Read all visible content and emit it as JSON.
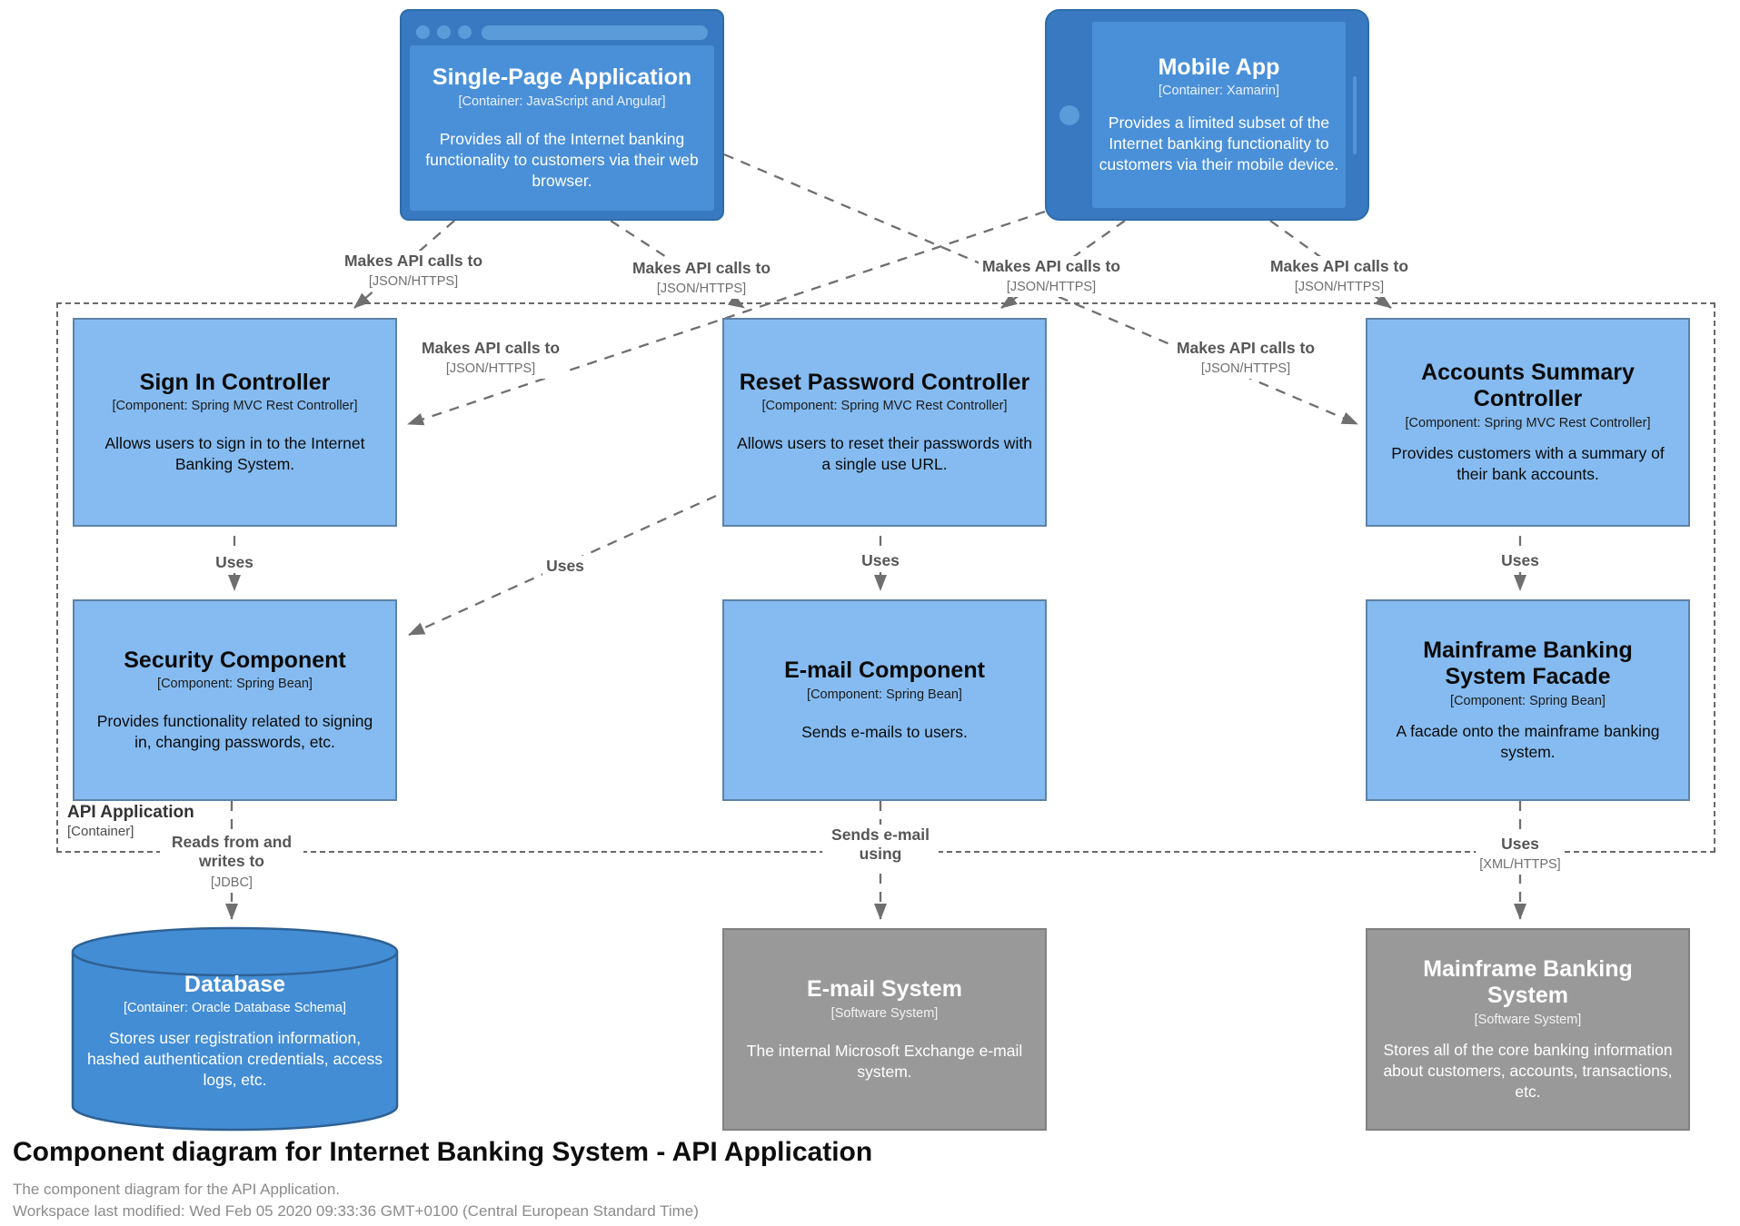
{
  "diagram": {
    "title": "Component diagram for Internet Banking System - API Application",
    "subtitle": "The component diagram for the API Application.",
    "last_modified": "Workspace last modified: Wed Feb 05 2020 09:33:36 GMT+0100 (Central European Standard Time)"
  },
  "boundary": {
    "name": "API Application",
    "type": "[Container]"
  },
  "nodes": {
    "spa": {
      "title": "Single-Page Application",
      "meta": "[Container: JavaScript and Angular]",
      "desc": "Provides all of the Internet banking functionality to customers via their web browser.",
      "shape": "browser-window"
    },
    "mobile": {
      "title": "Mobile App",
      "meta": "[Container: Xamarin]",
      "desc": "Provides a limited subset of the Internet banking functionality to customers via their mobile device.",
      "shape": "tablet"
    },
    "signin": {
      "title": "Sign In Controller",
      "meta": "[Component: Spring MVC Rest Controller]",
      "desc": "Allows users to sign in to the Internet Banking System."
    },
    "resetpwd": {
      "title": "Reset Password Controller",
      "meta": "[Component: Spring MVC Rest Controller]",
      "desc": "Allows users to reset their passwords with a single use URL."
    },
    "accounts": {
      "title": "Accounts Summary Controller",
      "meta": "[Component: Spring MVC Rest Controller]",
      "desc": "Provides customers with a summary of their bank accounts."
    },
    "security": {
      "title": "Security Component",
      "meta": "[Component: Spring Bean]",
      "desc": "Provides functionality related to signing in, changing passwords, etc."
    },
    "email": {
      "title": "E-mail Component",
      "meta": "[Component: Spring Bean]",
      "desc": "Sends e-mails to users."
    },
    "facade": {
      "title": "Mainframe Banking System Facade",
      "meta": "[Component: Spring Bean]",
      "desc": "A facade onto the mainframe banking system."
    },
    "database": {
      "title": "Database",
      "meta": "[Container: Oracle Database Schema]",
      "desc": "Stores user registration information, hashed authentication credentials, access logs, etc.",
      "shape": "cylinder"
    },
    "emailsys": {
      "title": "E-mail System",
      "meta": "[Software System]",
      "desc": "The internal Microsoft Exchange e-mail system."
    },
    "mainframe": {
      "title": "Mainframe Banking System",
      "meta": "[Software System]",
      "desc": "Stores all of the core banking information about customers, accounts, transactions, etc."
    }
  },
  "edges": [
    {
      "from": "spa",
      "to": "signin",
      "label": "Makes API calls to",
      "tech": "[JSON/HTTPS]"
    },
    {
      "from": "spa",
      "to": "resetpwd",
      "label": "Makes API calls to",
      "tech": "[JSON/HTTPS]"
    },
    {
      "from": "mobile",
      "to": "resetpwd",
      "label": "Makes API calls to",
      "tech": "[JSON/HTTPS]"
    },
    {
      "from": "mobile",
      "to": "accounts",
      "label": "Makes API calls to",
      "tech": "[JSON/HTTPS]"
    },
    {
      "from": "mobile",
      "to": "signin",
      "label": "Makes API calls to",
      "tech": "[JSON/HTTPS]"
    },
    {
      "from": "spa",
      "to": "accounts",
      "label": "Makes API calls to",
      "tech": "[JSON/HTTPS]"
    },
    {
      "from": "signin",
      "to": "security",
      "label": "Uses",
      "tech": ""
    },
    {
      "from": "resetpwd",
      "to": "security",
      "label": "Uses",
      "tech": ""
    },
    {
      "from": "resetpwd",
      "to": "email",
      "label": "Uses",
      "tech": ""
    },
    {
      "from": "accounts",
      "to": "facade",
      "label": "Uses",
      "tech": ""
    },
    {
      "from": "security",
      "to": "database",
      "label": "Reads from and writes to",
      "tech": "[JDBC]"
    },
    {
      "from": "email",
      "to": "emailsys",
      "label": "Sends e-mail using",
      "tech": ""
    },
    {
      "from": "facade",
      "to": "mainframe",
      "label": "Uses",
      "tech": "[XML/HTTPS]"
    }
  ],
  "colors": {
    "container_blue": "#438DD5",
    "component_blue": "#85BBF0",
    "external_gray": "#999999",
    "relationship_gray": "#6f6f6f",
    "boundary_dash": "#696969"
  }
}
